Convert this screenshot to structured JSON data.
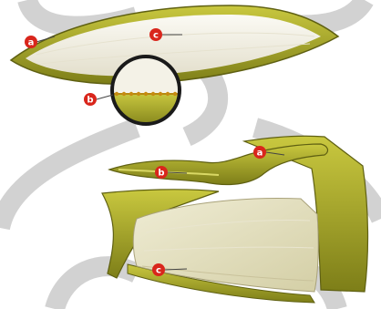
{
  "figure": {
    "labels": [
      {
        "id": "top-a",
        "letter": "a"
      },
      {
        "id": "top-c",
        "letter": "c"
      },
      {
        "id": "top-b",
        "letter": "b"
      },
      {
        "id": "bottom-a",
        "letter": "a"
      },
      {
        "id": "bottom-b",
        "letter": "b"
      },
      {
        "id": "bottom-c",
        "letter": "c"
      }
    ]
  },
  "colors": {
    "background": "#ffffff",
    "swirl": "#b9b9b9",
    "rind": "#8f8f1c",
    "rind_light": "#c8c840",
    "gel": "#f2f0e6",
    "label": "#d9261c",
    "label_text": "#ffffff"
  }
}
